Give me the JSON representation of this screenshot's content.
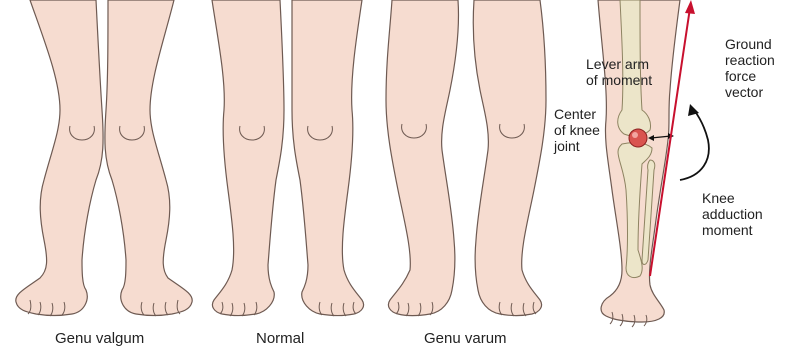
{
  "figure": {
    "captions": {
      "genu_valgum": "Genu valgum",
      "normal": "Normal",
      "genu_varum": "Genu varum"
    },
    "annotations": {
      "lever_arm_line1": "Lever arm",
      "lever_arm_line2": "of moment",
      "center_line1": "Center",
      "center_line2": "of knee",
      "center_line3": "joint",
      "grf_line1": "Ground",
      "grf_line2": "reaction",
      "grf_line3": "force",
      "grf_line4": "vector",
      "kam_line1": "Knee",
      "kam_line2": "adduction",
      "kam_line3": "moment"
    },
    "colors": {
      "skin": "#f6dcd0",
      "force_vector": "#c8102e",
      "knee_center": "#d9534f",
      "bone": "#ece5c9"
    }
  }
}
